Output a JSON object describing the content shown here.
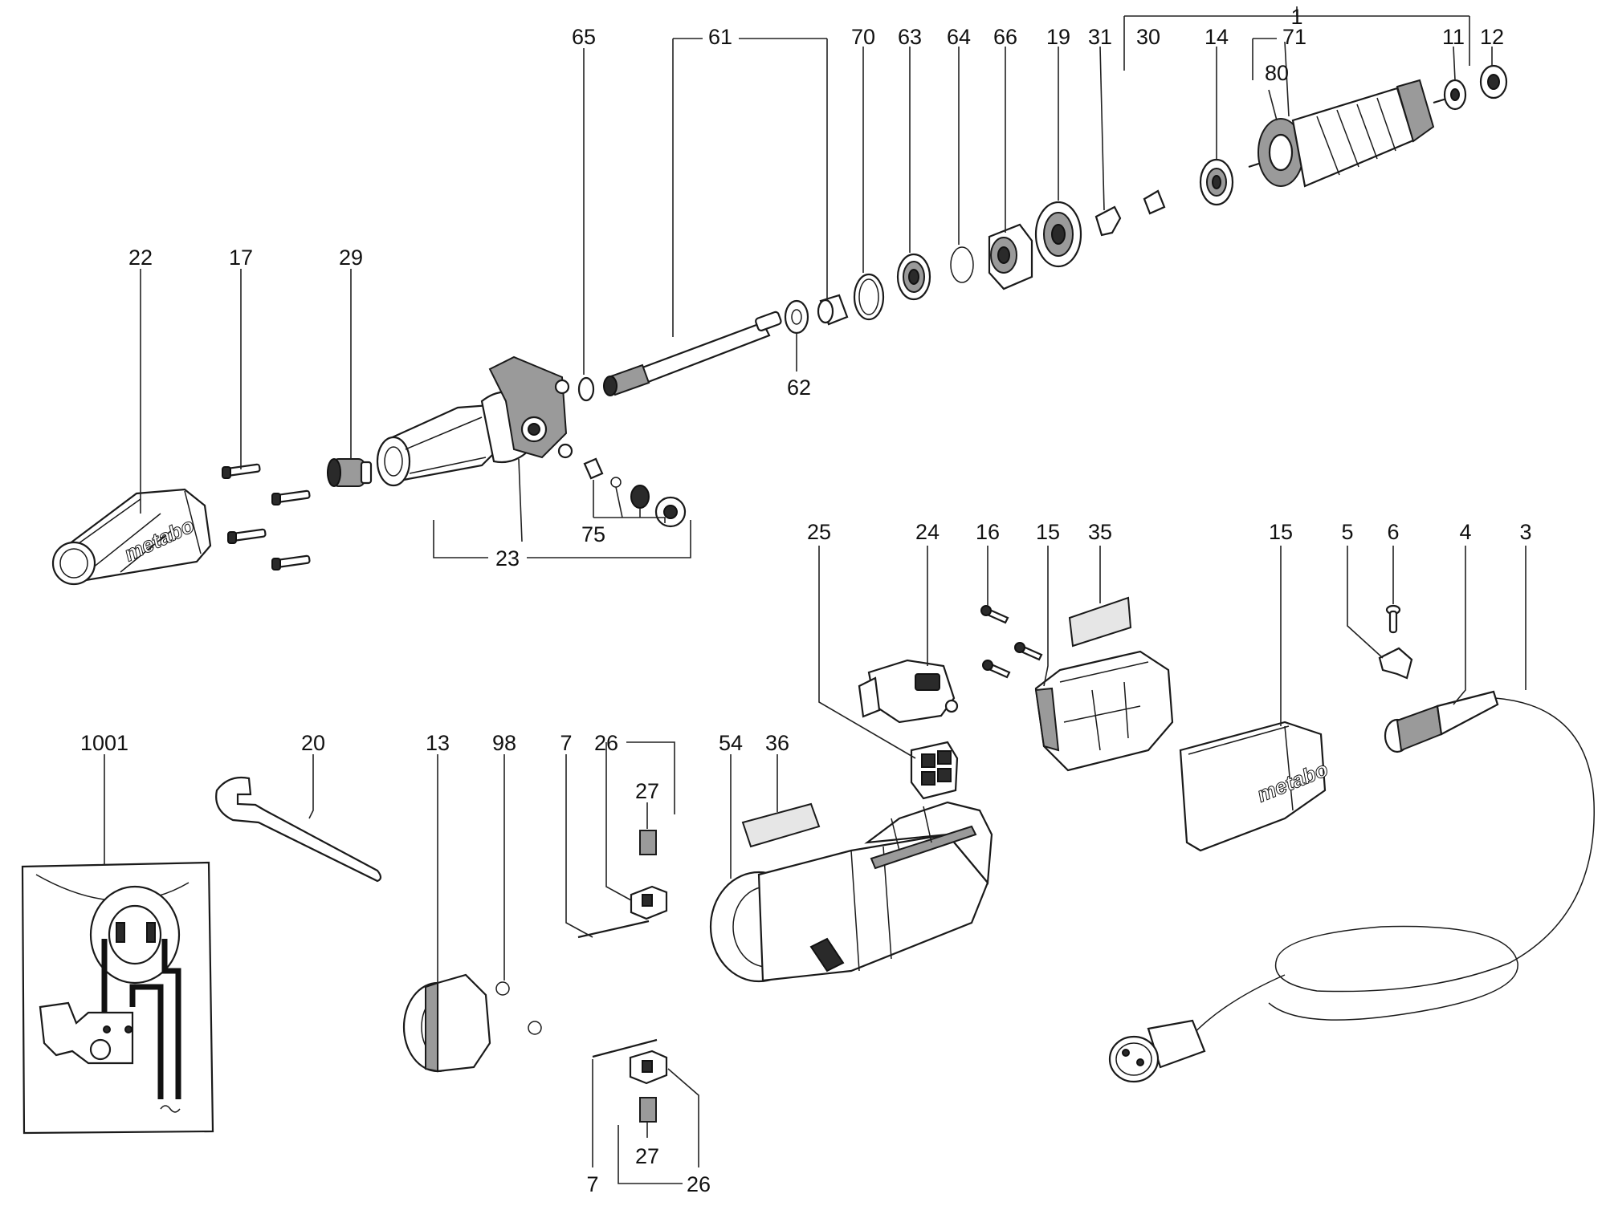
{
  "labels": {
    "l1": "1",
    "l3": "3",
    "l4": "4",
    "l5": "5",
    "l6": "6",
    "l7a": "7",
    "l7b": "7",
    "l11": "11",
    "l12": "12",
    "l13": "13",
    "l14": "14",
    "l15a": "15",
    "l15b": "15",
    "l16": "16",
    "l17": "17",
    "l19": "19",
    "l20": "20",
    "l22": "22",
    "l23": "23",
    "l24": "24",
    "l25": "25",
    "l26a": "26",
    "l26b": "26",
    "l27a": "27",
    "l27b": "27",
    "l29": "29",
    "l30": "30",
    "l31": "31",
    "l35": "35",
    "l36": "36",
    "l54": "54",
    "l61": "61",
    "l62": "62",
    "l63": "63",
    "l64": "64",
    "l65": "65",
    "l66": "66",
    "l70": "70",
    "l71": "71",
    "l75": "75",
    "l80": "80",
    "l98": "98",
    "l1001": "1001"
  },
  "brand": {
    "nose_cover": "metabo",
    "housing_cover": "metabo"
  }
}
